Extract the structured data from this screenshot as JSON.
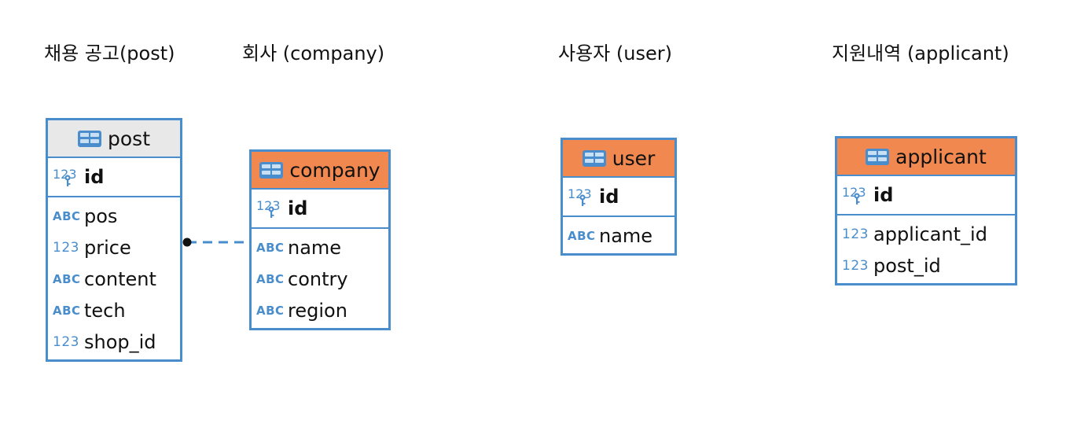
{
  "captions": {
    "post": "채용 공고(post)",
    "company": "회사 (company)",
    "user": "사용자 (user)",
    "applicant": "지원내역 (applicant)"
  },
  "type_labels": {
    "text": "ABC",
    "number": "123"
  },
  "colors": {
    "border": "#4a8dcc",
    "header_grey": "#e8e8e8",
    "header_orange": "#f0884f"
  },
  "entities": {
    "post": {
      "name": "post",
      "pk": "id",
      "fields": [
        {
          "type": "text",
          "name": "pos"
        },
        {
          "type": "number",
          "name": "price"
        },
        {
          "type": "text",
          "name": "content"
        },
        {
          "type": "text",
          "name": "tech"
        },
        {
          "type": "number",
          "name": "shop_id"
        }
      ]
    },
    "company": {
      "name": "company",
      "pk": "id",
      "fields": [
        {
          "type": "text",
          "name": "name"
        },
        {
          "type": "text",
          "name": "contry"
        },
        {
          "type": "text",
          "name": "region"
        }
      ]
    },
    "user": {
      "name": "user",
      "pk": "id",
      "fields": [
        {
          "type": "text",
          "name": "name"
        }
      ]
    },
    "applicant": {
      "name": "applicant",
      "pk": "id",
      "fields": [
        {
          "type": "number",
          "name": "applicant_id"
        },
        {
          "type": "number",
          "name": "post_id"
        }
      ]
    }
  }
}
